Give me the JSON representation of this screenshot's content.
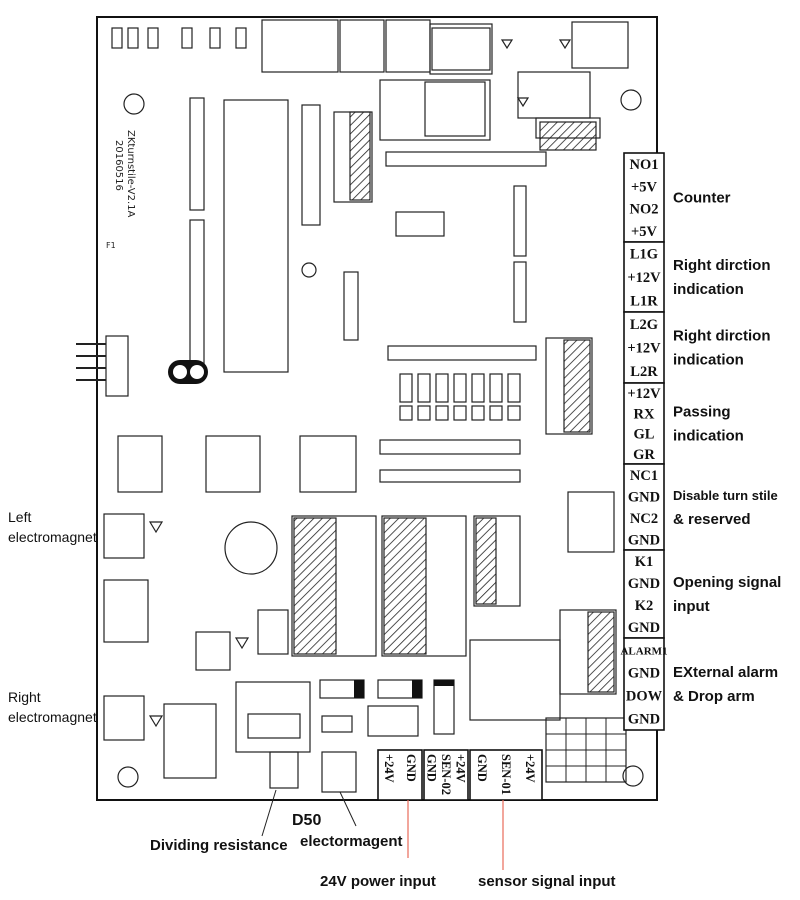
{
  "board": {
    "model": "ZKturnstile-V2.1A",
    "date": "20160516",
    "fuse_label": "F1"
  },
  "right_terminals": [
    {
      "pins": [
        "NO1",
        "+5V",
        "NO2",
        "+5V"
      ],
      "label_lines": [
        "Counter"
      ]
    },
    {
      "pins": [
        "L1G",
        "+12V",
        "L1R"
      ],
      "label_lines": [
        "Right dirction",
        "indication"
      ]
    },
    {
      "pins": [
        "L2G",
        "+12V",
        "L2R"
      ],
      "label_lines": [
        "Right dirction",
        "indication"
      ]
    },
    {
      "pins": [
        "+12V",
        "RX",
        "GL",
        "GR"
      ],
      "label_lines": [
        "Passing",
        "indication"
      ]
    },
    {
      "pins": [
        "NC1",
        "GND",
        "NC2",
        "GND"
      ],
      "label_lines": [
        "Disable turn stile",
        "& reserved"
      ]
    },
    {
      "pins": [
        "K1",
        "GND",
        "K2",
        "GND"
      ],
      "label_lines": [
        "Opening signal",
        "input"
      ]
    },
    {
      "pins": [
        "ALARM1",
        "GND",
        "DOW",
        "GND"
      ],
      "label_lines": [
        "EXternal alarm",
        "& Drop arm"
      ]
    }
  ],
  "bottom_terminals": [
    {
      "pins": [
        "+24V",
        "GND"
      ]
    },
    {
      "pins": [
        "GND",
        "SEN-02",
        "+24V"
      ]
    },
    {
      "pins": [
        "GND",
        "SEN-01",
        "+24V"
      ]
    }
  ],
  "left_labels": {
    "left_magnet": [
      "Left",
      "electromagnet"
    ],
    "right_magnet": [
      "Right",
      "electromagnet"
    ]
  },
  "bottom_labels": {
    "dividing": "Dividing resistance",
    "d50": "D50",
    "electromagnet": "electormagent",
    "power": "24V power input",
    "sensor": "sensor signal input"
  },
  "colors": {
    "callout_line": "#e86a5a",
    "ink": "#111111"
  }
}
